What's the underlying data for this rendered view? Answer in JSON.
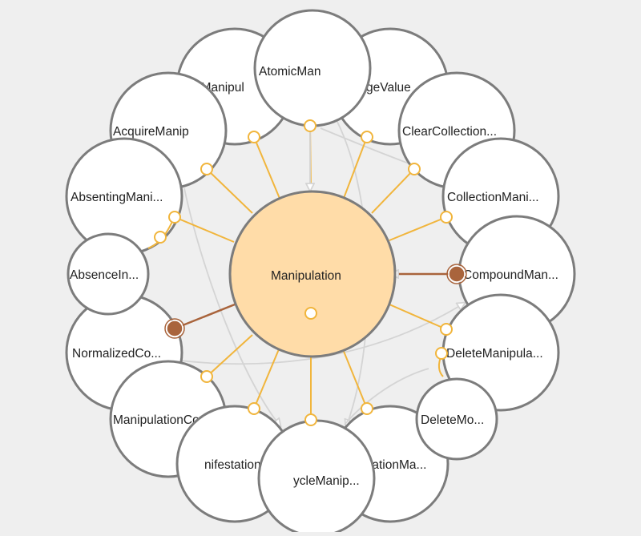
{
  "center": {
    "label": "Manipulation"
  },
  "nodes": [
    {
      "id": "add",
      "label": "AddManipul"
    },
    {
      "id": "atomic",
      "label": "AtomicMan"
    },
    {
      "id": "change",
      "label": "ChangeValue"
    },
    {
      "id": "acquire",
      "label": "AcquireManip"
    },
    {
      "id": "clear",
      "label": "ClearCollection..."
    },
    {
      "id": "absenting",
      "label": "AbsentingMani..."
    },
    {
      "id": "collection",
      "label": "CollectionMani..."
    },
    {
      "id": "absence",
      "label": "AbsenceIn..."
    },
    {
      "id": "compound",
      "label": "CompoundMan..."
    },
    {
      "id": "normalized",
      "label": "NormalizedCo..."
    },
    {
      "id": "deletemanip",
      "label": "DeleteManipula..."
    },
    {
      "id": "manipco",
      "label": "ManipulationCo..."
    },
    {
      "id": "deletemo",
      "label": "DeleteMo..."
    },
    {
      "id": "manifestation",
      "label": "nifestationM..."
    },
    {
      "id": "instantiation",
      "label": "ntiationMa..."
    },
    {
      "id": "lifecycle",
      "label": "ycleManip..."
    }
  ],
  "colors": {
    "background": "#efefef",
    "center_fill": "#ffdca8",
    "node_fill": "#ffffff",
    "node_stroke": "#7c7c7c",
    "subclass_edge": "#f1b53c",
    "relation_edge": "#a9643c",
    "secondary_edge": "#d4d4d4"
  }
}
